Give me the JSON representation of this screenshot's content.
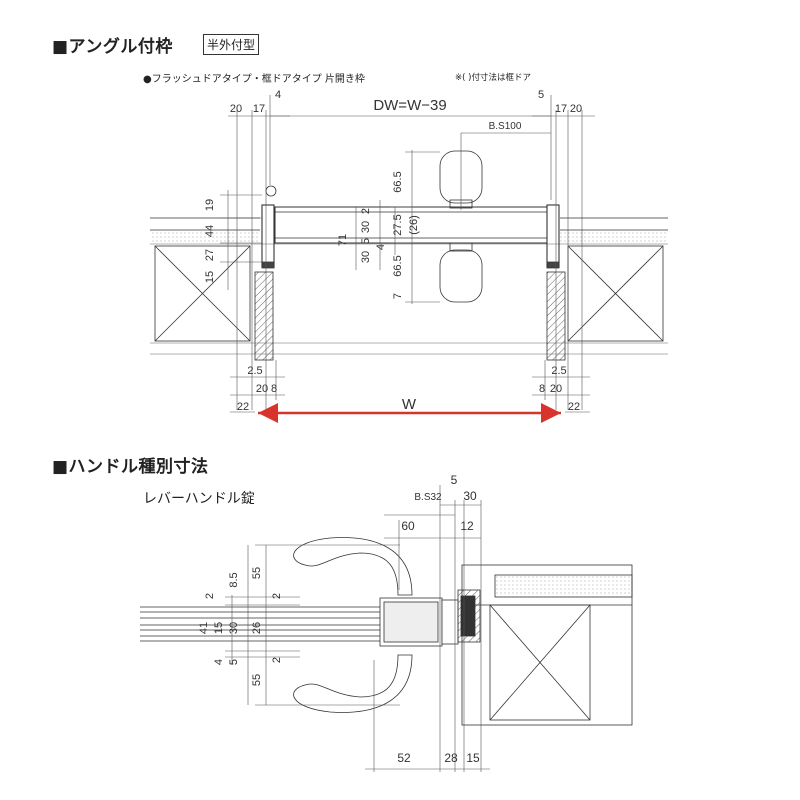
{
  "section1": {
    "title": "■アングル付枠",
    "tag": "半外付型",
    "subtitle": "●フラッシュドアタイプ・框ドアタイプ 片開き枠",
    "note": "※( )付寸法は框ドア",
    "dims": {
      "top_left_20": "20",
      "top_left_17": "17",
      "top_left_4": "4",
      "dw_label": "DW=W−39",
      "top_right_5": "5",
      "top_right_17": "17",
      "top_right_20": "20",
      "bs100": "B.S100",
      "v19": "19",
      "v44": "44",
      "v15": "15",
      "v27": "27",
      "v66_5a": "66.5",
      "v2": "2",
      "v30a": "30",
      "v5": "5",
      "v27_5": "27.5",
      "v26": "(26)",
      "v71": "71",
      "v30b": "30",
      "v4": "4",
      "v66_5b": "66.5",
      "v7": "7",
      "l2_5": "2.5",
      "l20": "20",
      "l8": "8",
      "l22": "22",
      "r2_5": "2.5",
      "r8": "8",
      "r20": "20",
      "r22": "22",
      "w_label": "W"
    }
  },
  "section2": {
    "title": "■ハンドル種別寸法",
    "subtitle": "レバーハンドル錠",
    "dims": {
      "d5": "5",
      "bs32": "B.S32",
      "d30": "30",
      "d60": "60",
      "d12": "12",
      "d8_5": "8.5",
      "d2a": "2",
      "d55a": "55",
      "d2b": "2",
      "d41": "41",
      "d15": "15",
      "d30b": "30",
      "d26": "26",
      "d4": "4",
      "d5b": "5",
      "d2c": "2",
      "d55b": "55",
      "d52": "52",
      "d28": "28",
      "d15b": "15"
    }
  },
  "colors": {
    "arrow": "#d9342b",
    "line": "#333333",
    "hatch": "#555555"
  }
}
